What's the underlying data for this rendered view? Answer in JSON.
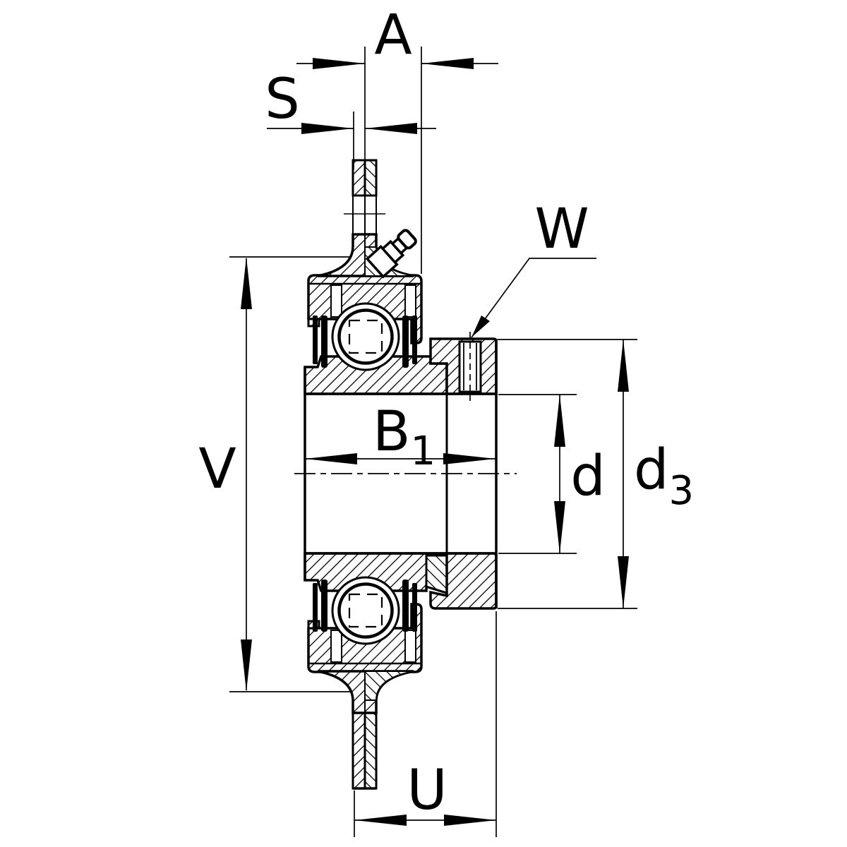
{
  "drawing": {
    "type": "technical-cross-section",
    "subject": "flanged insert bearing unit with eccentric locking collar and grease nipple",
    "colors": {
      "line": "#000000",
      "background": "#ffffff"
    },
    "labels": {
      "a": "A",
      "s": "S",
      "w": "W",
      "b1_main": "B",
      "b1_sub": "1",
      "v": "V",
      "d": "d",
      "d3_main": "d",
      "d3_sub": "3",
      "u": "U"
    }
  }
}
